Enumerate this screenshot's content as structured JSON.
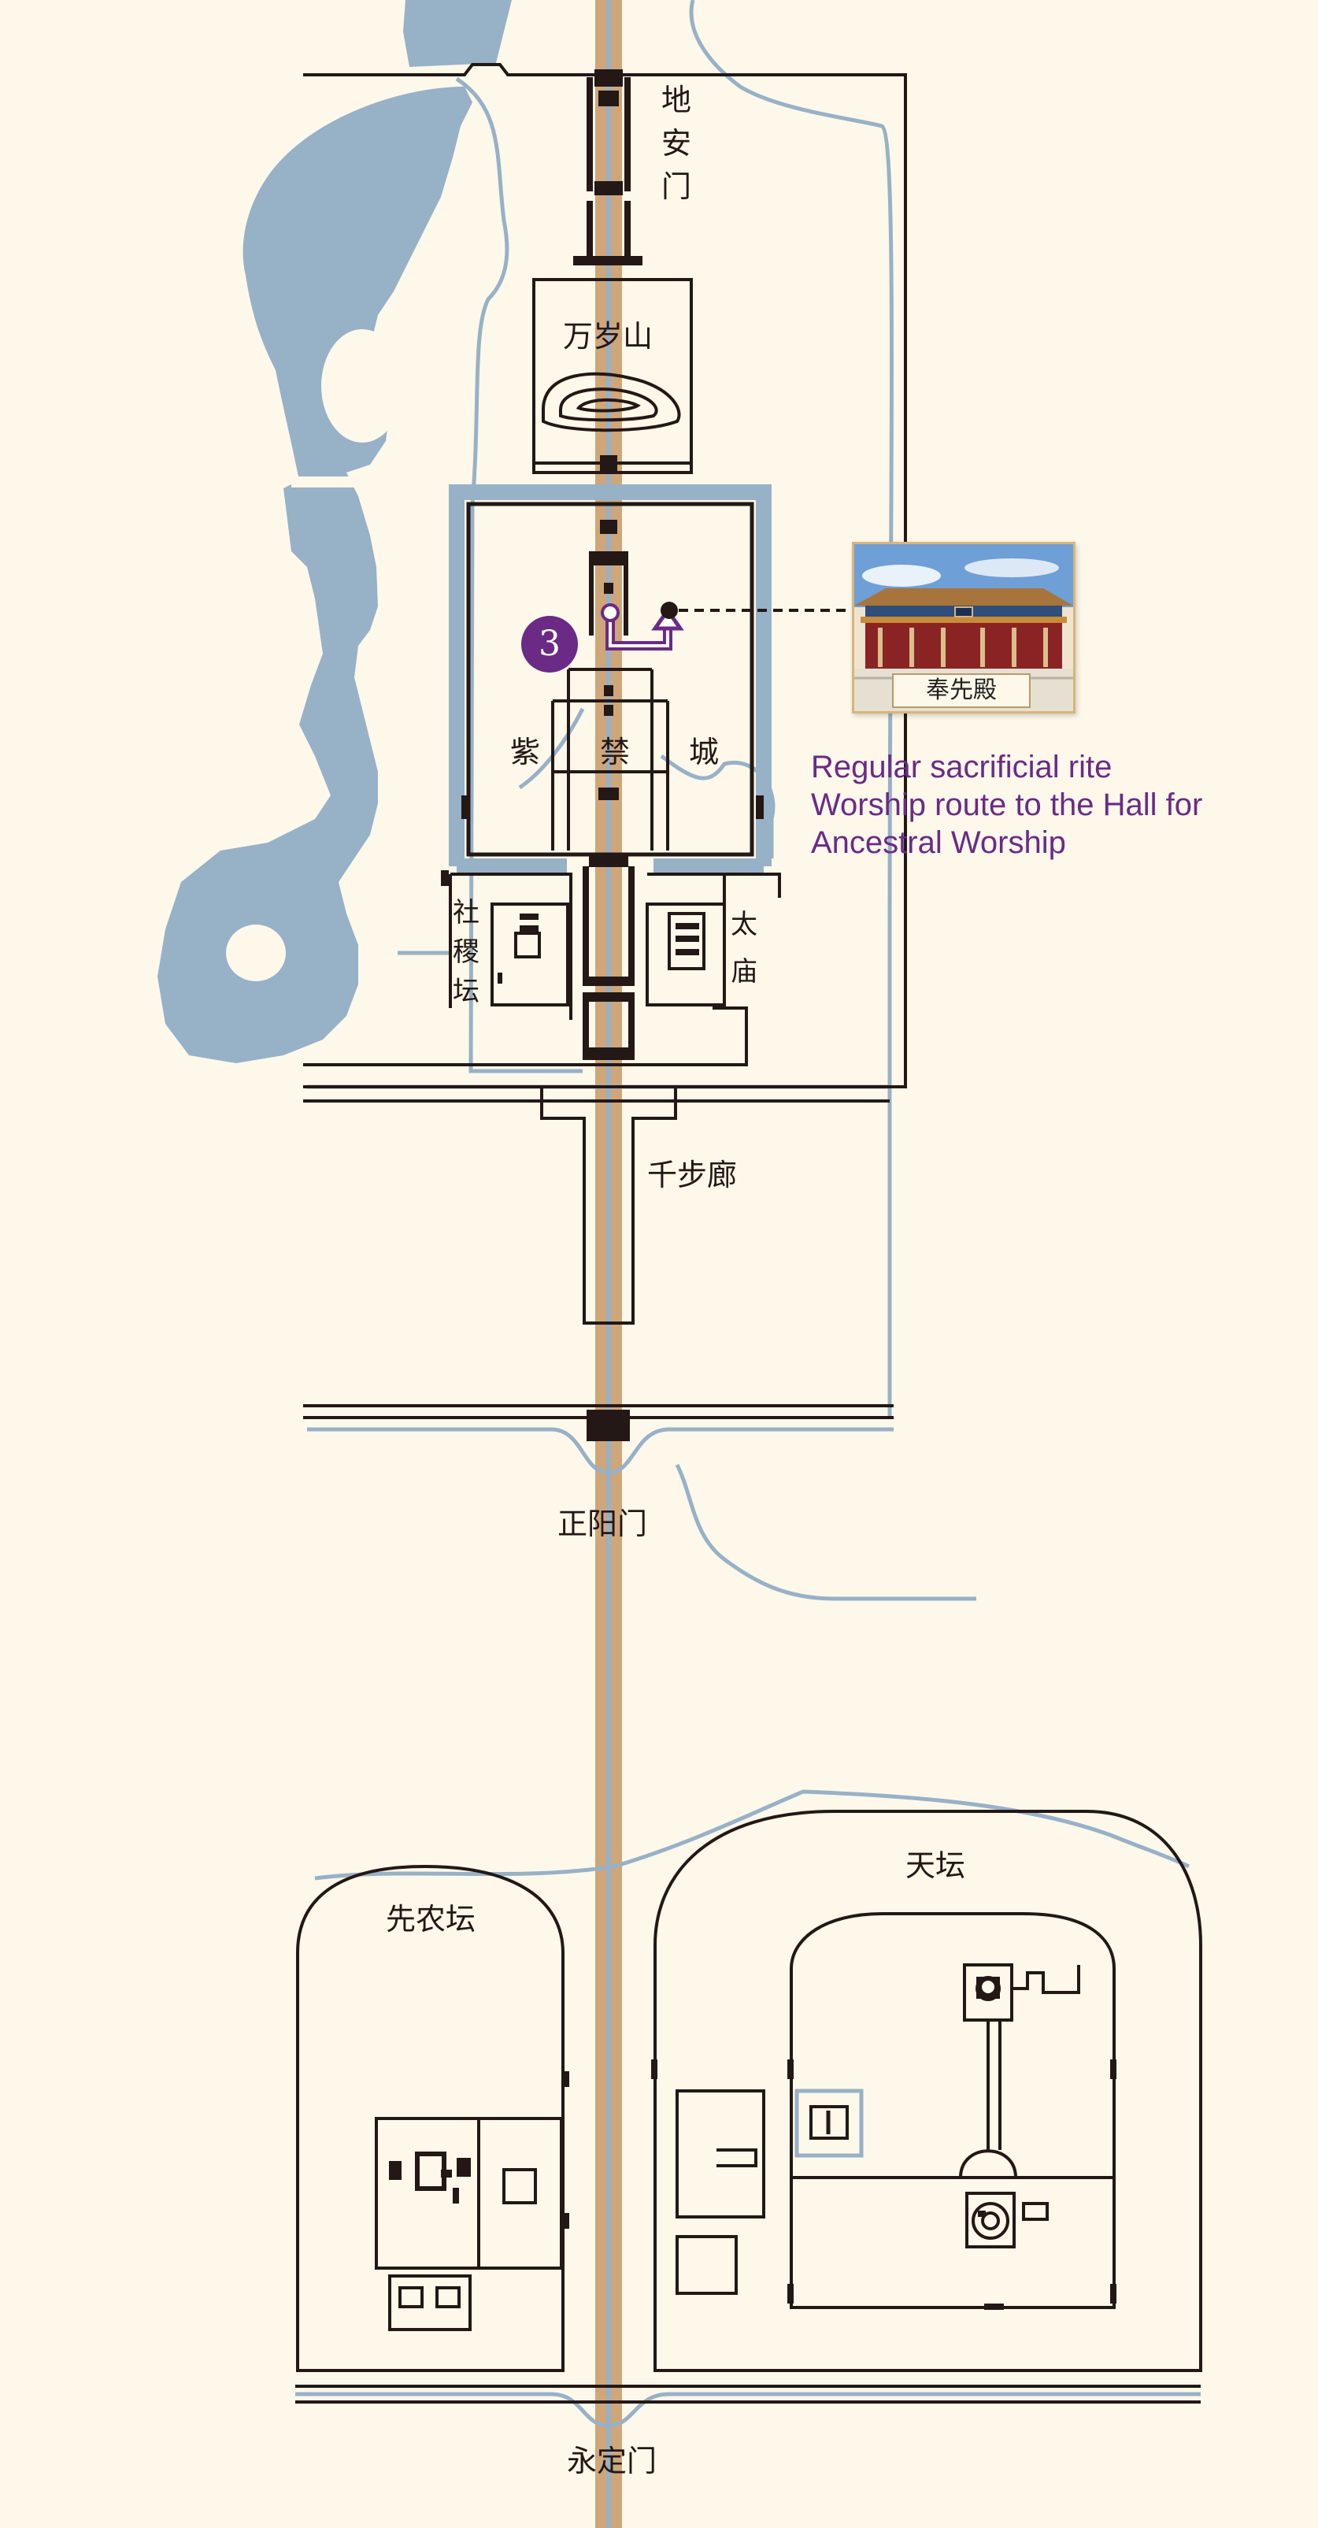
{
  "labels": {
    "dianmen": "地安门",
    "wansuishan": "万岁山",
    "zijincheng_1": "紫",
    "zijincheng_2": "禁",
    "zijincheng_3": "城",
    "shejitan": "社稷坛",
    "taimiao": "太庙",
    "qianbulang": "千步廊",
    "zhengyangmen": "正阳门",
    "xiannongtan": "先农坛",
    "tiantan": "天坛",
    "yongdingmen": "永定门"
  },
  "route": {
    "number": "3",
    "photo_label": "奉先殿",
    "caption_lines": [
      "Regular sacrificial rite",
      "Worship route to the Hall for",
      "Ancestral Worship"
    ]
  },
  "colors": {
    "background": "#fdf8ea",
    "water": "#97b1c7",
    "axis": "#cfa67a",
    "wall": "#231815",
    "route": "#6b2a86",
    "photo_border": "#d9b47a"
  }
}
